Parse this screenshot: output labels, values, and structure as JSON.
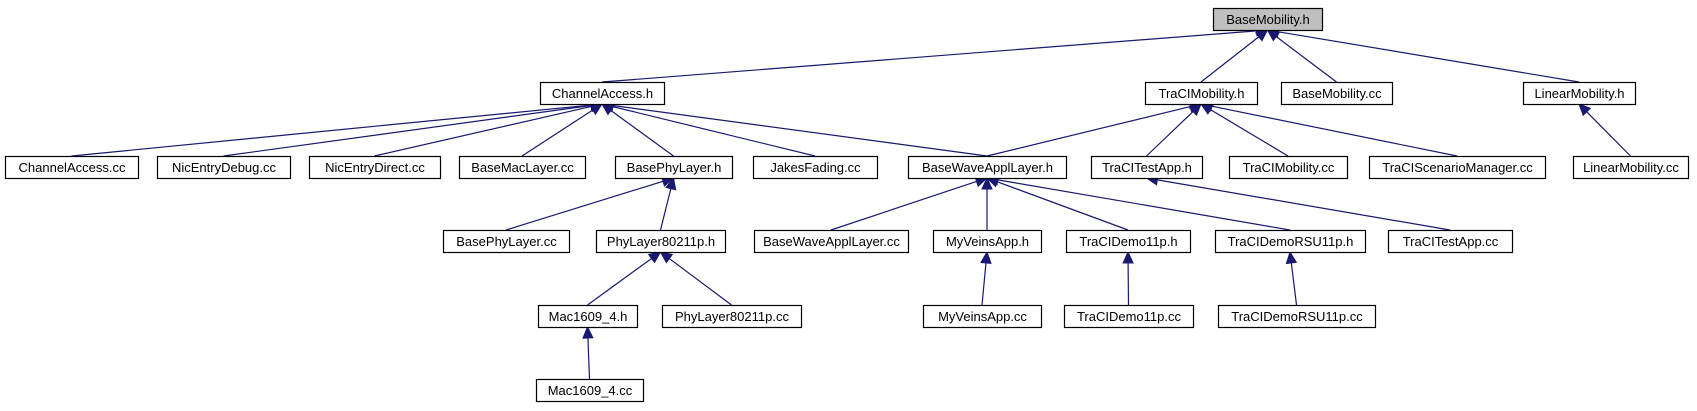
{
  "diagram": {
    "type": "include-dependency-graph",
    "colors": {
      "edge": "#191970",
      "root_fill": "#bfbfbf",
      "node_fill": "#ffffff",
      "border": "#000000"
    },
    "nodes": [
      {
        "id": "base_mobility_h",
        "label": "BaseMobility.h",
        "root": true
      },
      {
        "id": "channel_access_h",
        "label": "ChannelAccess.h"
      },
      {
        "id": "traci_mobility_h",
        "label": "TraCIMobility.h"
      },
      {
        "id": "base_mobility_cc",
        "label": "BaseMobility.cc"
      },
      {
        "id": "linear_mobility_h",
        "label": "LinearMobility.h"
      },
      {
        "id": "channel_access_cc",
        "label": "ChannelAccess.cc"
      },
      {
        "id": "nic_entry_debug_cc",
        "label": "NicEntryDebug.cc"
      },
      {
        "id": "nic_entry_direct_cc",
        "label": "NicEntryDirect.cc"
      },
      {
        "id": "base_mac_layer_cc",
        "label": "BaseMacLayer.cc"
      },
      {
        "id": "base_phy_layer_h",
        "label": "BasePhyLayer.h"
      },
      {
        "id": "jakes_fading_cc",
        "label": "JakesFading.cc"
      },
      {
        "id": "base_wave_appl_layer_h",
        "label": "BaseWaveApplLayer.h"
      },
      {
        "id": "traci_test_app_h",
        "label": "TraCITestApp.h"
      },
      {
        "id": "traci_mobility_cc",
        "label": "TraCIMobility.cc"
      },
      {
        "id": "traci_scenario_manager_cc",
        "label": "TraCIScenarioManager.cc"
      },
      {
        "id": "linear_mobility_cc",
        "label": "LinearMobility.cc"
      },
      {
        "id": "base_phy_layer_cc",
        "label": "BasePhyLayer.cc"
      },
      {
        "id": "phy_layer_80211p_h",
        "label": "PhyLayer80211p.h"
      },
      {
        "id": "base_wave_appl_layer_cc",
        "label": "BaseWaveApplLayer.cc"
      },
      {
        "id": "my_veins_app_h",
        "label": "MyVeinsApp.h"
      },
      {
        "id": "traci_demo11p_h",
        "label": "TraCIDemo11p.h"
      },
      {
        "id": "traci_demo_rsu11p_h",
        "label": "TraCIDemoRSU11p.h"
      },
      {
        "id": "traci_test_app_cc",
        "label": "TraCITestApp.cc"
      },
      {
        "id": "mac1609_4_h",
        "label": "Mac1609_4.h"
      },
      {
        "id": "phy_layer_80211p_cc",
        "label": "PhyLayer80211p.cc"
      },
      {
        "id": "my_veins_app_cc",
        "label": "MyVeinsApp.cc"
      },
      {
        "id": "traci_demo11p_cc",
        "label": "TraCIDemo11p.cc"
      },
      {
        "id": "traci_demo_rsu11p_cc",
        "label": "TraCIDemoRSU11p.cc"
      },
      {
        "id": "mac1609_4_cc",
        "label": "Mac1609_4.cc"
      }
    ],
    "edges": [
      {
        "from": "channel_access_h",
        "to": "base_mobility_h"
      },
      {
        "from": "traci_mobility_h",
        "to": "base_mobility_h"
      },
      {
        "from": "base_mobility_cc",
        "to": "base_mobility_h"
      },
      {
        "from": "linear_mobility_h",
        "to": "base_mobility_h"
      },
      {
        "from": "channel_access_cc",
        "to": "channel_access_h"
      },
      {
        "from": "nic_entry_debug_cc",
        "to": "channel_access_h"
      },
      {
        "from": "nic_entry_direct_cc",
        "to": "channel_access_h"
      },
      {
        "from": "base_mac_layer_cc",
        "to": "channel_access_h"
      },
      {
        "from": "base_phy_layer_h",
        "to": "channel_access_h"
      },
      {
        "from": "jakes_fading_cc",
        "to": "channel_access_h"
      },
      {
        "from": "base_wave_appl_layer_h",
        "to": "channel_access_h"
      },
      {
        "from": "base_wave_appl_layer_h",
        "to": "traci_mobility_h"
      },
      {
        "from": "traci_test_app_h",
        "to": "traci_mobility_h"
      },
      {
        "from": "traci_mobility_cc",
        "to": "traci_mobility_h"
      },
      {
        "from": "traci_scenario_manager_cc",
        "to": "traci_mobility_h"
      },
      {
        "from": "linear_mobility_cc",
        "to": "linear_mobility_h"
      },
      {
        "from": "base_phy_layer_cc",
        "to": "base_phy_layer_h"
      },
      {
        "from": "phy_layer_80211p_h",
        "to": "base_phy_layer_h"
      },
      {
        "from": "base_wave_appl_layer_cc",
        "to": "base_wave_appl_layer_h"
      },
      {
        "from": "my_veins_app_h",
        "to": "base_wave_appl_layer_h"
      },
      {
        "from": "traci_demo11p_h",
        "to": "base_wave_appl_layer_h"
      },
      {
        "from": "traci_demo_rsu11p_h",
        "to": "base_wave_appl_layer_h"
      },
      {
        "from": "traci_test_app_cc",
        "to": "traci_test_app_h"
      },
      {
        "from": "mac1609_4_h",
        "to": "phy_layer_80211p_h"
      },
      {
        "from": "phy_layer_80211p_cc",
        "to": "phy_layer_80211p_h"
      },
      {
        "from": "my_veins_app_cc",
        "to": "my_veins_app_h"
      },
      {
        "from": "traci_demo11p_cc",
        "to": "traci_demo11p_h"
      },
      {
        "from": "traci_demo_rsu11p_cc",
        "to": "traci_demo_rsu11p_h"
      },
      {
        "from": "mac1609_4_cc",
        "to": "mac1609_4_h"
      }
    ]
  }
}
